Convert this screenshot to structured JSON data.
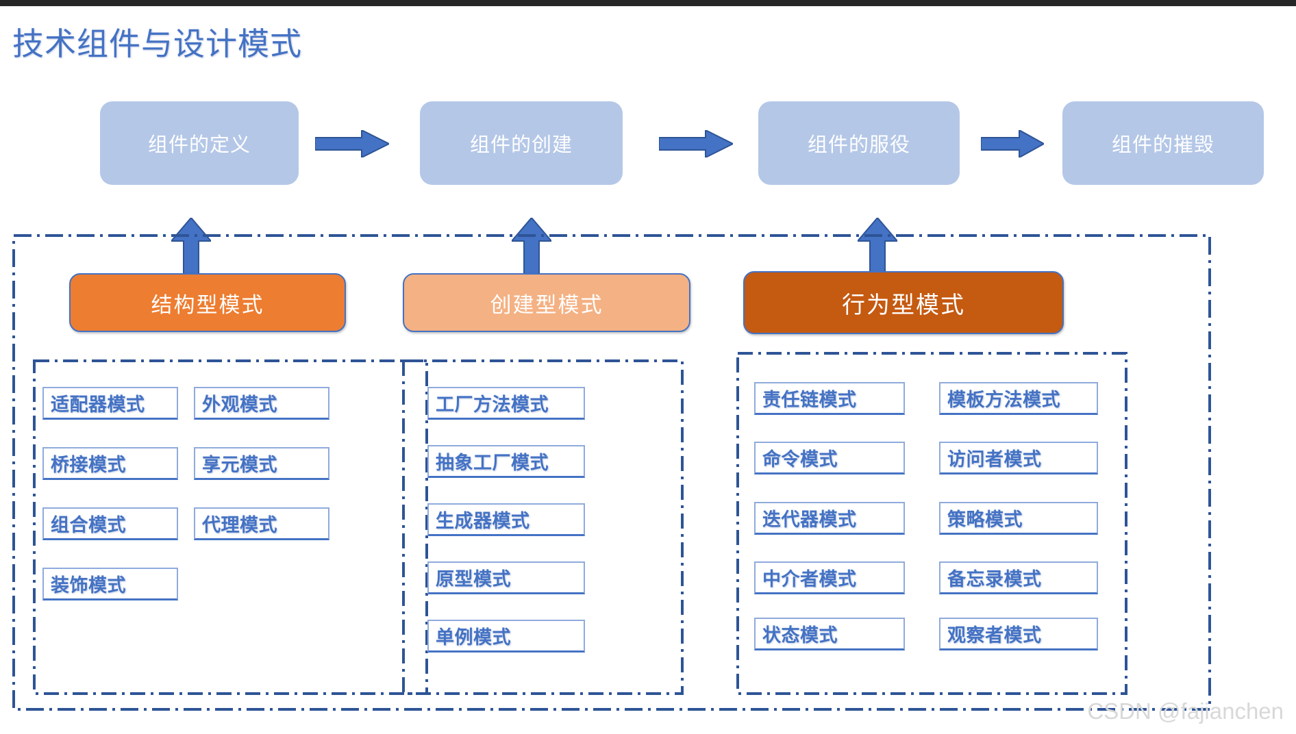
{
  "page": {
    "title": "技术组件与设计模式",
    "title_color": "#4472C4",
    "watermark": "CSDN @fajianchen",
    "background": "#FFFFFF"
  },
  "lifecycle": {
    "stages": [
      {
        "label": "组件的定义",
        "color": "#B4C7E7"
      },
      {
        "label": "组件的创建",
        "color": "#B4C7E7"
      },
      {
        "label": "组件的服役",
        "color": "#B4C7E7"
      },
      {
        "label": "组件的摧毁",
        "color": "#B4C7E7"
      }
    ],
    "arrow_color": "#4472C4",
    "arrow_count": 3
  },
  "pattern_zone": {
    "border_color": "#2E5496",
    "border_style": "dash-dot",
    "groups": [
      {
        "header": "结构型模式",
        "header_color": "#ED7D31",
        "links_to_stage": "组件的定义",
        "columns": [
          [
            "适配器模式",
            "桥接模式",
            "组合模式",
            "装饰模式"
          ],
          [
            "外观模式",
            "享元模式",
            "代理模式"
          ]
        ]
      },
      {
        "header": "创建型模式",
        "header_color": "#F4B183",
        "links_to_stage": "组件的创建",
        "columns": [
          [
            "工厂方法模式",
            "抽象工厂模式",
            "生成器模式",
            "原型模式",
            "单例模式"
          ]
        ]
      },
      {
        "header": "行为型模式",
        "header_color": "#C55A11",
        "links_to_stage": "组件的服役",
        "columns": [
          [
            "责任链模式",
            "命令模式",
            "迭代器模式",
            "中介者模式",
            "状态模式"
          ],
          [
            "模板方法模式",
            "访问者模式",
            "策略模式",
            "备忘录模式",
            "观察者模式"
          ]
        ]
      }
    ]
  }
}
